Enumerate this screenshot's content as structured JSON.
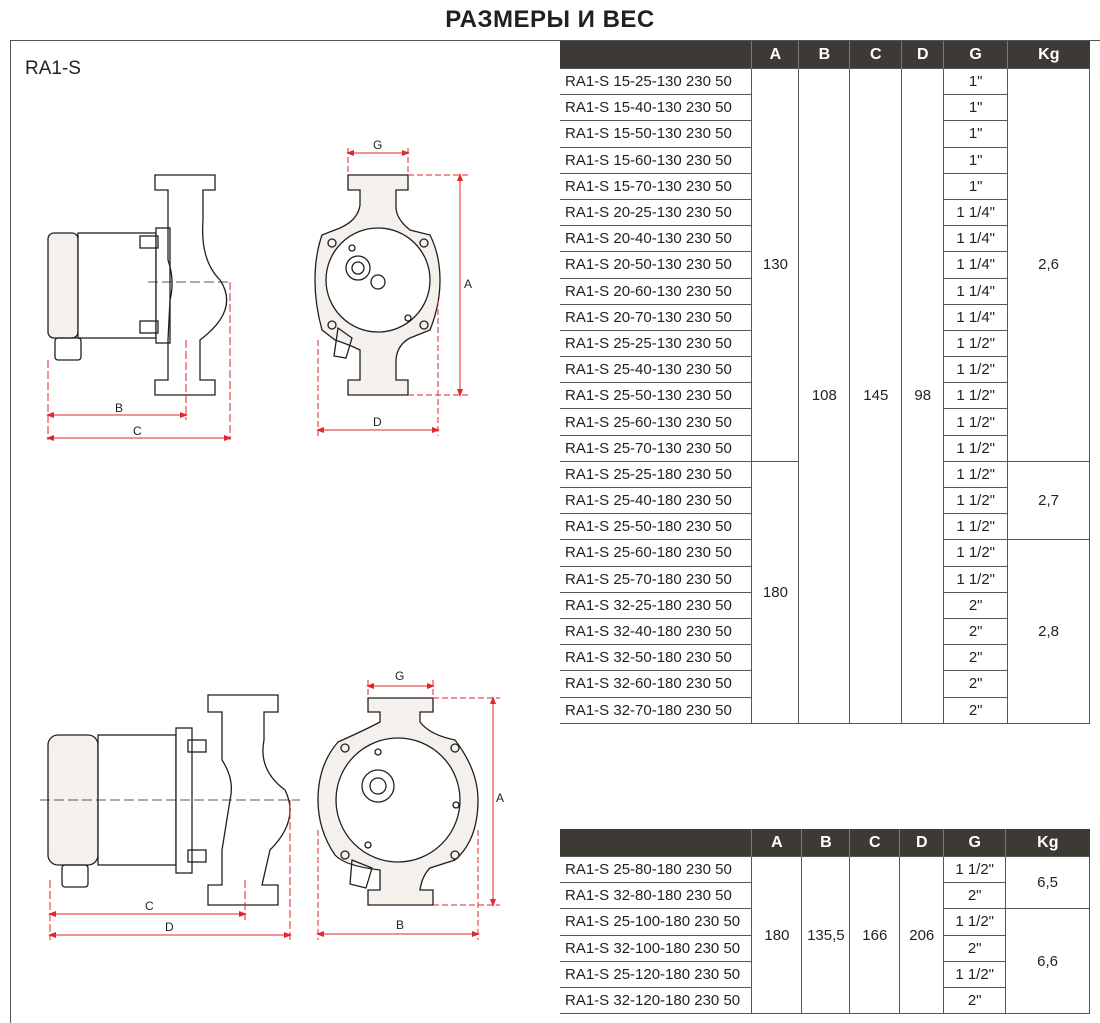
{
  "title": "РАЗМЕРЫ И ВЕС",
  "model": "RA1-S",
  "drawing_labels": {
    "A": "A",
    "B": "B",
    "C": "C",
    "D": "D",
    "G": "G"
  },
  "headers": [
    "A",
    "B",
    "C",
    "D",
    "G",
    "Kg"
  ],
  "table1": {
    "A": [
      "130",
      "180"
    ],
    "B": "108",
    "C": "145",
    "D": "98",
    "kg": [
      "2,6",
      "2,7",
      "2,8"
    ],
    "rows": [
      {
        "model": "RA1-S 15-25-130 230 50",
        "g": "1\""
      },
      {
        "model": "RA1-S 15-40-130 230 50",
        "g": "1\""
      },
      {
        "model": "RA1-S 15-50-130 230 50",
        "g": "1\""
      },
      {
        "model": "RA1-S 15-60-130 230 50",
        "g": "1\""
      },
      {
        "model": "RA1-S 15-70-130 230 50",
        "g": "1\""
      },
      {
        "model": "RA1-S 20-25-130 230 50",
        "g": "1 1/4\""
      },
      {
        "model": "RA1-S 20-40-130 230 50",
        "g": "1 1/4\""
      },
      {
        "model": "RA1-S 20-50-130 230 50",
        "g": "1 1/4\""
      },
      {
        "model": "RA1-S 20-60-130 230 50",
        "g": "1 1/4\""
      },
      {
        "model": "RA1-S 20-70-130 230 50",
        "g": "1 1/4\""
      },
      {
        "model": "RA1-S 25-25-130 230 50",
        "g": "1 1/2\""
      },
      {
        "model": "RA1-S 25-40-130 230 50",
        "g": "1 1/2\""
      },
      {
        "model": "RA1-S 25-50-130 230 50",
        "g": "1 1/2\""
      },
      {
        "model": "RA1-S 25-60-130 230 50",
        "g": "1 1/2\""
      },
      {
        "model": "RA1-S 25-70-130 230 50",
        "g": "1 1/2\""
      },
      {
        "model": "RA1-S 25-25-180 230 50",
        "g": "1 1/2\""
      },
      {
        "model": "RA1-S 25-40-180 230 50",
        "g": "1 1/2\""
      },
      {
        "model": "RA1-S 25-50-180 230 50",
        "g": "1 1/2\""
      },
      {
        "model": "RA1-S 25-60-180 230 50",
        "g": "1 1/2\""
      },
      {
        "model": "RA1-S 25-70-180 230 50",
        "g": "1 1/2\""
      },
      {
        "model": "RA1-S 32-25-180 230 50",
        "g": "2\""
      },
      {
        "model": "RA1-S 32-40-180 230 50",
        "g": "2\""
      },
      {
        "model": "RA1-S 32-50-180 230 50",
        "g": "2\""
      },
      {
        "model": "RA1-S 32-60-180 230 50",
        "g": "2\""
      },
      {
        "model": "RA1-S 32-70-180 230 50",
        "g": "2\""
      }
    ]
  },
  "table2": {
    "A": "180",
    "B": "135,5",
    "C": "166",
    "D": "206",
    "kg": [
      "6,5",
      "6,6"
    ],
    "rows": [
      {
        "model": "RA1-S 25-80-180 230 50",
        "g": "1 1/2\""
      },
      {
        "model": "RA1-S 32-80-180 230 50",
        "g": "2\""
      },
      {
        "model": "RA1-S 25-100-180 230 50",
        "g": "1 1/2\""
      },
      {
        "model": "RA1-S 32-100-180 230 50",
        "g": "2\""
      },
      {
        "model": "RA1-S 25-120-180 230 50",
        "g": "1 1/2\""
      },
      {
        "model": "RA1-S 32-120-180 230 50",
        "g": "2\""
      }
    ]
  }
}
